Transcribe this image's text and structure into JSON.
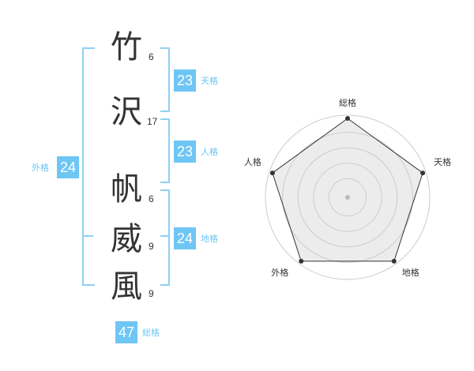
{
  "characters": [
    {
      "char": "竹",
      "strokes": "6"
    },
    {
      "char": "沢",
      "strokes": "17"
    },
    {
      "char": "帆",
      "strokes": "6"
    },
    {
      "char": "威",
      "strokes": "9"
    },
    {
      "char": "風",
      "strokes": "9"
    }
  ],
  "fortunes": {
    "tenkaku": {
      "value": "23",
      "label": "天格"
    },
    "jinkaku": {
      "value": "23",
      "label": "人格"
    },
    "chikaku": {
      "value": "24",
      "label": "地格"
    },
    "gaikaku": {
      "value": "24",
      "label": "外格"
    },
    "soukaku": {
      "value": "47",
      "label": "総格"
    }
  },
  "radar": {
    "axes": [
      "総格",
      "天格",
      "地格",
      "外格",
      "人格"
    ],
    "levels": 5,
    "values": [
      5,
      5,
      5,
      5,
      5
    ],
    "max": 5
  },
  "colors": {
    "accent": "#6ec6f5",
    "bracket": "#8fd0f5",
    "text": "#333333",
    "radar_fill": "#ececec"
  }
}
